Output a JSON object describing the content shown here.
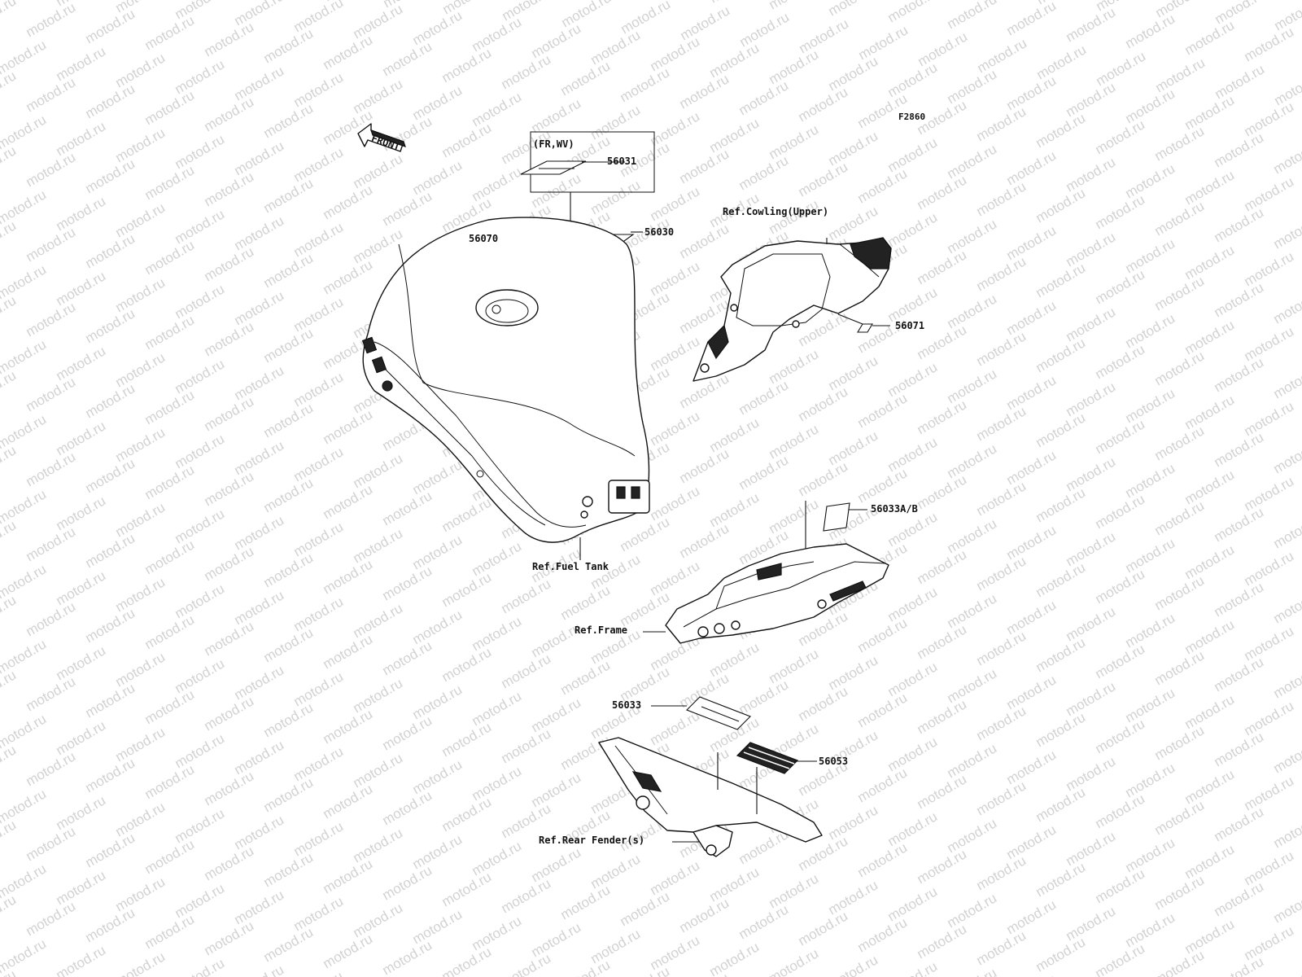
{
  "diagram_id": "F2860",
  "direction_arrow": "FRONT",
  "variant_box_label": "(FR,WV)",
  "parts": {
    "p56031": "56031",
    "p56030": "56030",
    "p56070": "56070",
    "p56071": "56071",
    "p56033ab": "56033A/B",
    "p56033": "56033",
    "p56053": "56053"
  },
  "references": {
    "cowling_upper": "Ref.Cowling(Upper)",
    "fuel_tank": "Ref.Fuel Tank",
    "frame": "Ref.Frame",
    "rear_fender": "Ref.Rear Fender(s)"
  },
  "watermark": "motod.ru",
  "colors": {
    "line": "#111111",
    "watermark": "#d2d2d2",
    "background": "#ffffff"
  }
}
